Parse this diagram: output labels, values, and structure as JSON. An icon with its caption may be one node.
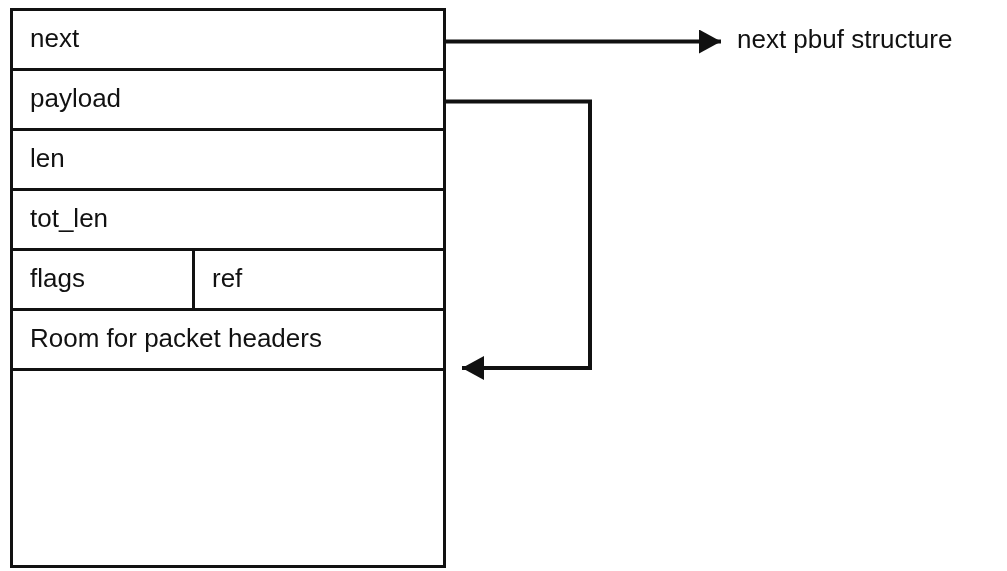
{
  "diagram": {
    "nodes": [
      {
        "text": [
          "next"
        ]
      },
      {
        "text": [
          "payload"
        ]
      },
      {
        "text": [
          "len"
        ]
      },
      {
        "text": [
          "tot_len"
        ]
      },
      {
        "text": [
          "flags"
        ]
      },
      {
        "text": [
          "ref"
        ]
      },
      {
        "text": [
          "Room for packet headers"
        ]
      },
      {
        "text": [],
        "shape": "box"
      },
      {
        "text": [
          "next pbuf structure"
        ]
      }
    ],
    "edges": [
      {
        "from": 0,
        "to": 8,
        "arrow": "to"
      },
      {
        "from": 1,
        "to": 7,
        "arrow": "to"
      }
    ]
  }
}
